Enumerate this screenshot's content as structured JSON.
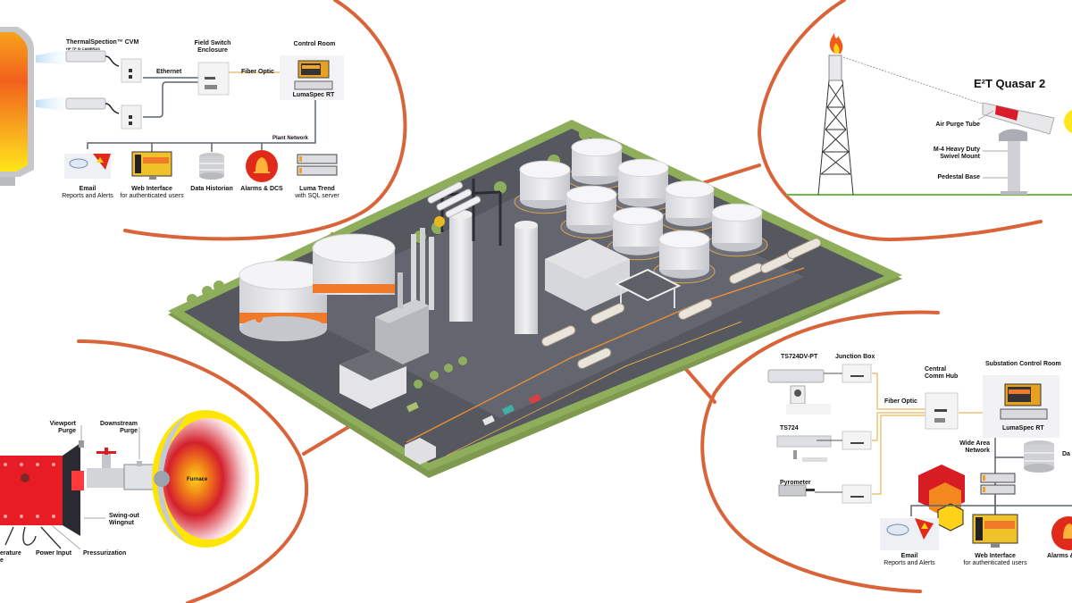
{
  "colors": {
    "callout_arc": "#d9643a",
    "ground_line": "#6dbb45",
    "fiber_optic": "#e8b85a",
    "network_line": "#5a6670",
    "furnace_yellow": "#ffe600",
    "furnace_red": "#d4202c",
    "alarm_red": "#e02a1a",
    "plant_grass": "#8fae5c",
    "road": "#55585f"
  },
  "callout_top_left": {
    "camera_title": "ThermalSpection™ CVM",
    "camera_subtitle": "HP TP SI CAMERAS",
    "field_switch": [
      "Field Switch",
      "Enclosure"
    ],
    "control_room": "Control Room",
    "ethernet": "Ethernet",
    "fiber_optic": "Fiber Optic",
    "lumaspec": "LumaSpec RT",
    "plant_network": "Plant Network",
    "outputs": [
      {
        "title": "Email",
        "sub": "Reports and Alerts",
        "icon": "email-icon"
      },
      {
        "title": "Web Interface",
        "sub": "for authenticated users",
        "icon": "monitor-icon"
      },
      {
        "title": "Data Historian",
        "sub": "",
        "icon": "database-icon"
      },
      {
        "title": "Alarms & DCS",
        "sub": "",
        "icon": "alarm-bell-icon"
      },
      {
        "title": "Luma Trend",
        "sub": "with SQL server",
        "icon": "server-icon"
      }
    ]
  },
  "callout_top_right": {
    "product": "E²T Quasar 2",
    "air_purge": "Air Purge Tube",
    "swivel": [
      "M-4 Heavy Duty",
      "Swivel Mount"
    ],
    "pedestal": "Pedestal Base"
  },
  "callout_bottom_left": {
    "viewport_purge": [
      "Viewport",
      "Purge"
    ],
    "downstream_purge": [
      "Downstream",
      "Purge"
    ],
    "furnace": "Furnace",
    "swing_out": [
      "Swing-out",
      "Wingnut"
    ],
    "temperature": [
      "erature",
      "e"
    ],
    "power_input": "Power Input",
    "pressurization": "Pressurization"
  },
  "callout_bottom_right": {
    "ts724dv": "TS724DV-PT",
    "junction_box": "Junction Box",
    "central_hub": [
      "Central",
      "Comm Hub"
    ],
    "substation": "Substation Control Room",
    "fiber_optic": "Fiber Optic",
    "ts724": "TS724",
    "lumaspec": "LumaSpec RT",
    "wan": [
      "Wide Area",
      "Network"
    ],
    "data_partial": "Da",
    "pyrometer": "Pyrometer",
    "outputs": [
      {
        "title": "Email",
        "sub": "Reports and Alerts",
        "icon": "email-icon"
      },
      {
        "title": "Web Interface",
        "sub": "for authenticated users",
        "icon": "monitor-icon"
      },
      {
        "title": "Alarms &",
        "sub": "",
        "icon": "alarm-bell-icon"
      }
    ]
  }
}
